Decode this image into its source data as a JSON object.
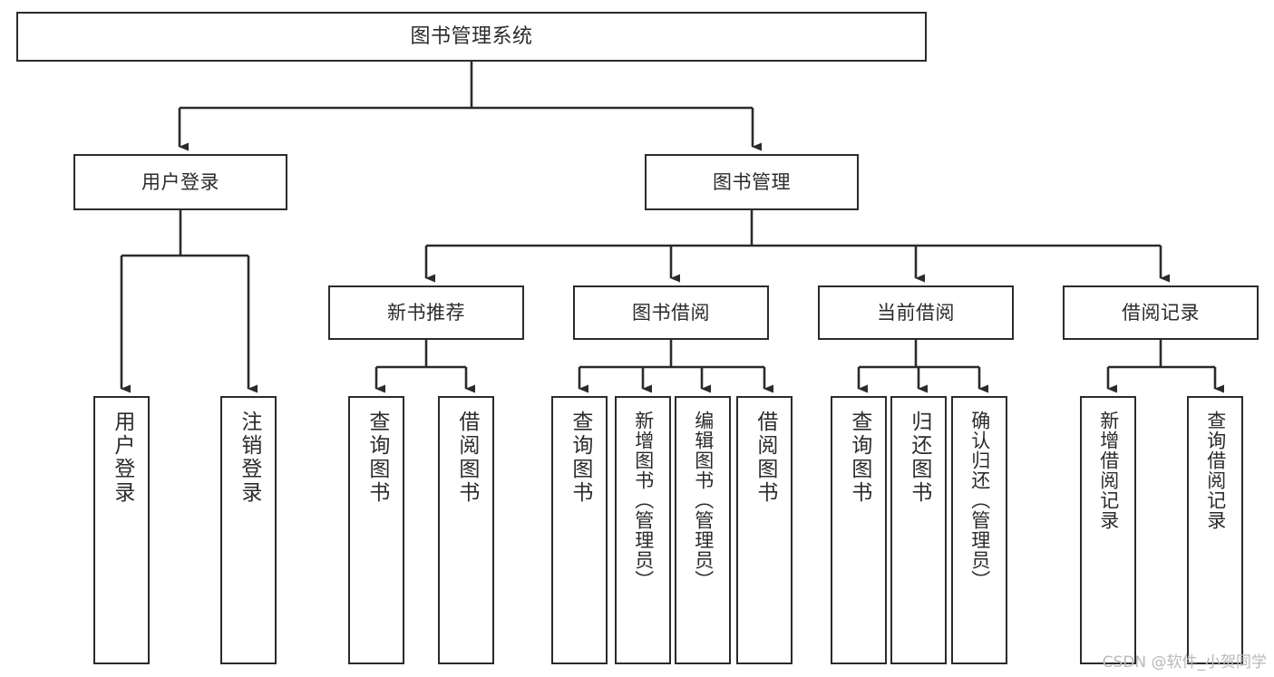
{
  "diagram": {
    "title": "图书管理系统",
    "watermark": "CSDN @软件_小贺同学",
    "stroke_color": "#2b2b2b",
    "fill_color": "#ffffff",
    "text_color": "#2b2b2b",
    "watermark_color": "#b9b9b9"
  },
  "nodes": {
    "root": {
      "label": "图书管理系统"
    },
    "level2": [
      {
        "label": "用户登录"
      },
      {
        "label": "图书管理"
      }
    ],
    "level3": [
      {
        "label": "新书推荐"
      },
      {
        "label": "图书借阅"
      },
      {
        "label": "当前借阅"
      },
      {
        "label": "借阅记录"
      }
    ],
    "leaves": {
      "user_login": [
        {
          "label": "用户登录"
        },
        {
          "label": "注销登录"
        }
      ],
      "new_book_recommend": [
        {
          "label": "查询图书"
        },
        {
          "label": "借阅图书"
        }
      ],
      "book_borrow": [
        {
          "label": "查询图书"
        },
        {
          "label": "新增图书（管理员）"
        },
        {
          "label": "编辑图书（管理员）"
        },
        {
          "label": "借阅图书"
        }
      ],
      "current_borrow": [
        {
          "label": "查询图书"
        },
        {
          "label": "归还图书"
        },
        {
          "label": "确认归还（管理员）"
        }
      ],
      "borrow_record": [
        {
          "label": "新增借阅记录"
        },
        {
          "label": "查询借阅记录"
        }
      ]
    }
  }
}
